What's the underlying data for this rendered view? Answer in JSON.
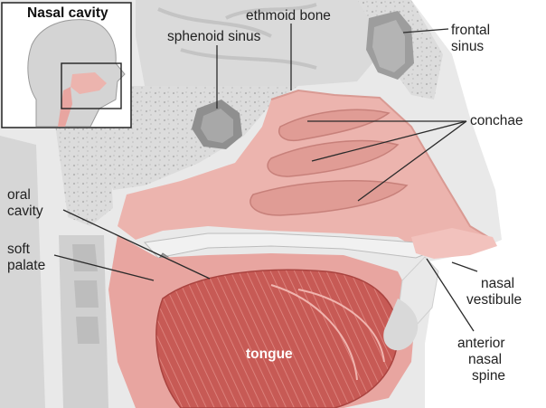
{
  "inset": {
    "title": "Nasal cavity"
  },
  "labels": {
    "ethmoid_bone": "ethmoid bone",
    "sphenoid_sinus": "sphenoid sinus",
    "frontal_sinus": [
      "frontal",
      "sinus"
    ],
    "conchae": "conchae",
    "oral_cavity": [
      "oral",
      "cavity"
    ],
    "soft_palate": [
      "soft",
      "palate"
    ],
    "nasal_vestibule": [
      "nasal",
      "vestibule"
    ],
    "anterior_nasal_spine": [
      "anterior",
      "nasal",
      "spine"
    ],
    "tongue": "tongue"
  },
  "colors": {
    "pink_mucosa": "#ecb4ae",
    "tongue_red": "#c9544f",
    "bone_gray": "#d9d9d9",
    "sinus_gray": "#9a9a9a",
    "skin_gray": "#e7e7e7"
  }
}
